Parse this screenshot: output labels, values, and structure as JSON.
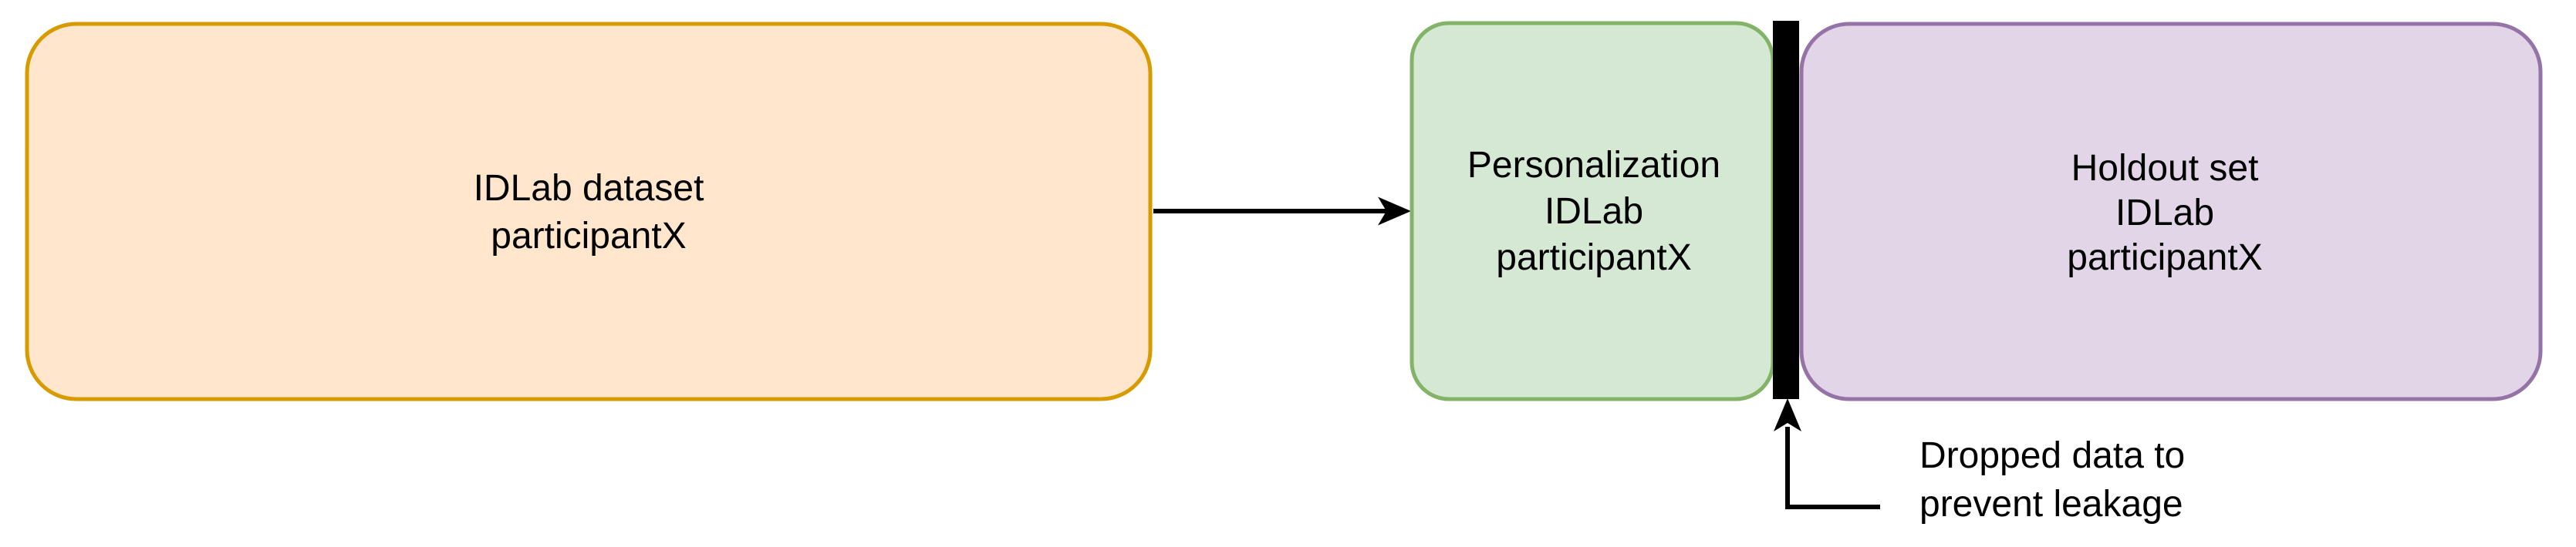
{
  "diagram": {
    "background": "#ffffff",
    "text_color": "#000000",
    "arrow_color": "#000000",
    "nodes": {
      "source": {
        "lines": [
          "IDLab dataset",
          "participantX"
        ],
        "fill": "#ffe6cc",
        "stroke": "#d79b00"
      },
      "personalization": {
        "lines": [
          "Personalization",
          "IDLab",
          "participantX"
        ],
        "fill": "#d5e8d4",
        "stroke": "#82b366"
      },
      "holdout": {
        "lines": [
          "Holdout set",
          "IDLab",
          "participantX"
        ],
        "fill": "#e1d5e7",
        "stroke": "#9673a6"
      }
    },
    "separator": {
      "fill": "#000000"
    },
    "annotation": {
      "lines": [
        "Dropped data to",
        "prevent leakage"
      ]
    }
  }
}
